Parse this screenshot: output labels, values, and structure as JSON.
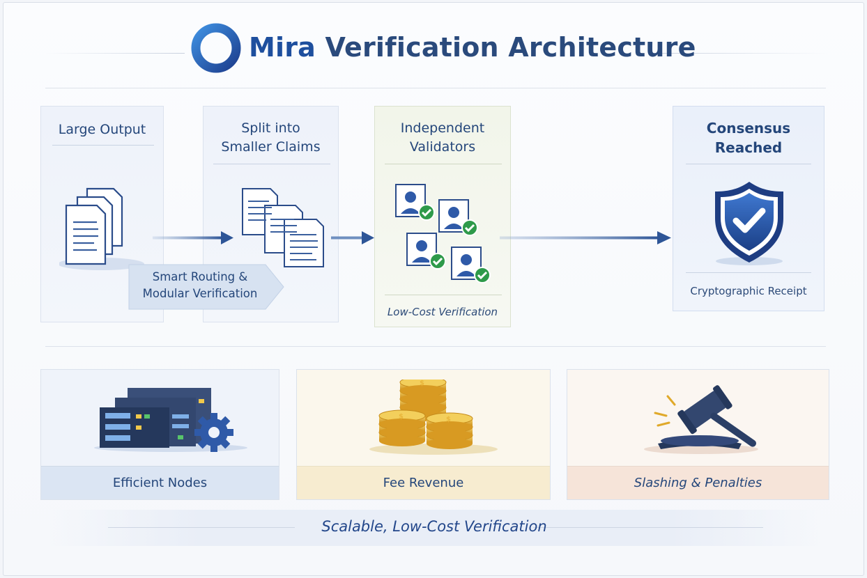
{
  "header": {
    "brand": "Mira",
    "title_rest": "Verification Architecture"
  },
  "stages": [
    {
      "title_line1": "Large Output",
      "title_line2": ""
    },
    {
      "title_line1": "Split into",
      "title_line2": "Smaller Claims"
    },
    {
      "title_line1": "Independent",
      "title_line2": "Validators",
      "caption": "Low-Cost Verification"
    },
    {
      "title_line1": "Consensus",
      "title_line2": "Reached",
      "caption": "Cryptographic Receipt"
    }
  ],
  "callout": {
    "line1": "Smart Routing &",
    "line2": "Modular Verification"
  },
  "bottom_cards": [
    {
      "label": "Efficient Nodes",
      "icon": "server-gear-icon"
    },
    {
      "label": "Fee Revenue",
      "icon": "coin-stack-icon"
    },
    {
      "label": "Slashing & Penalties",
      "icon": "gavel-icon"
    }
  ],
  "footer": "Scalable, Low-Cost Verification",
  "colors": {
    "accent": "#1e4f9e",
    "navy": "#24467a",
    "check_green": "#2e9a4a",
    "gold": "#e0a92a"
  }
}
